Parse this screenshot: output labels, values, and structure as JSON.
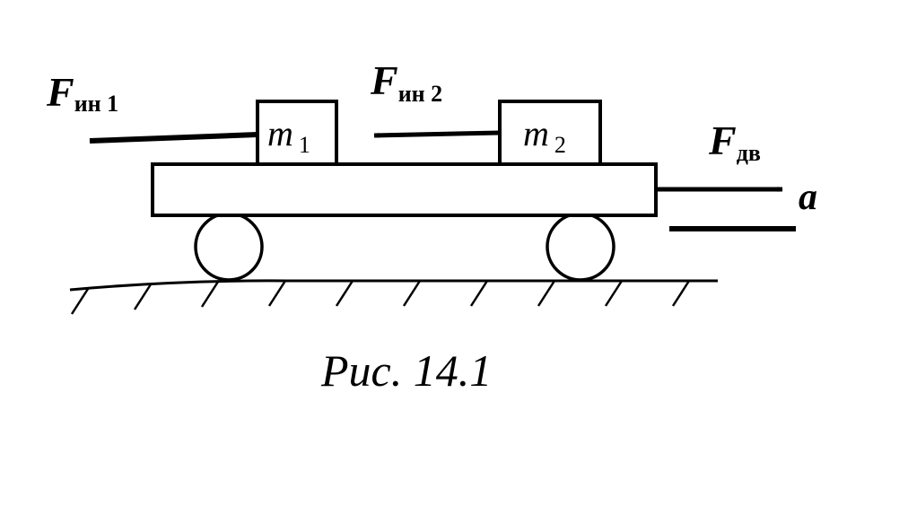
{
  "labels": {
    "f_in1_main": "F",
    "f_in1_sub": "ин 1",
    "f_in2_main": "F",
    "f_in2_sub": "ин 2",
    "f_dv_main": "F",
    "f_dv_sub": "дв",
    "m1_main": "m",
    "m1_sub": "1",
    "m2_main": "m",
    "m2_sub": "2",
    "accel": "a"
  },
  "caption": "Рис. 14.1"
}
